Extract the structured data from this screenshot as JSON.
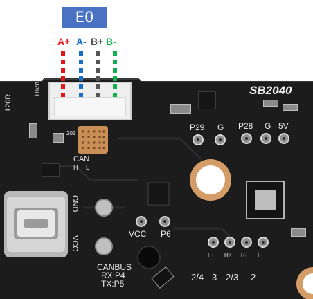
{
  "connector_title": "E0",
  "pins": [
    {
      "label": "A+",
      "color": "#e8141b"
    },
    {
      "label": "A-",
      "color": "#1470c8"
    },
    {
      "label": "B+",
      "color": "#555555"
    },
    {
      "label": "B-",
      "color": "#10b14a"
    }
  ],
  "board": {
    "name": "SB2040",
    "uart_label": "UART",
    "resistor_label": "120R",
    "can_label": "CAN",
    "can_h": "H",
    "can_l": "L",
    "gnd_label": "GND",
    "vcc_side_label": "VCC",
    "p29": "P29",
    "g1": "G",
    "p28": "P28",
    "g2": "G",
    "v5": "5V",
    "vcc": "VCC",
    "p6": "P6",
    "canbus": "CANBUS",
    "rx": "RX:P4",
    "tx": "TX:P5",
    "mot_f_plus": "F+",
    "mot_r_plus": "R+",
    "mot_r_minus": "R-",
    "mot_f_minus": "F-",
    "n24": "2/4",
    "n3": "3",
    "n23": "2/3",
    "n2": "2",
    "r202": "202"
  }
}
